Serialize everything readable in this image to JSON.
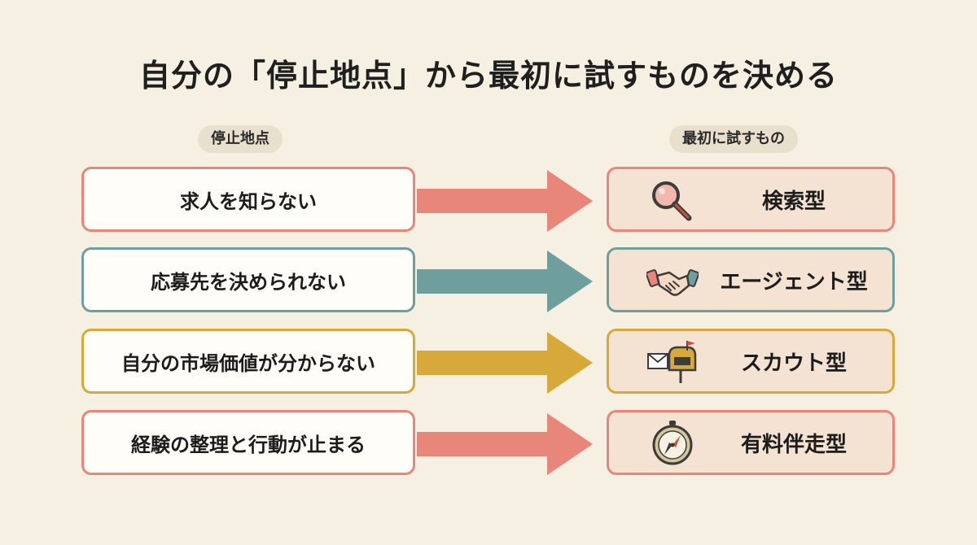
{
  "title": "自分の「停止地点」から最初に試すものを決める",
  "column_labels": {
    "left": "停止地点",
    "right": "最初に試すもの"
  },
  "colors": {
    "background": "#f6f0e3",
    "salmon": "#e8867a",
    "teal": "#6f9f9c",
    "mustard": "#d6a93a",
    "type_box_fill": "#f4e2d2"
  },
  "rows": [
    {
      "stop": "求人を知らない",
      "type": "検索型",
      "icon": "magnifier-icon",
      "color": "#e8867a"
    },
    {
      "stop": "応募先を決められない",
      "type": "エージェント型",
      "icon": "handshake-icon",
      "color": "#6f9f9c"
    },
    {
      "stop": "自分の市場価値が分からない",
      "type": "スカウト型",
      "icon": "mailbox-icon",
      "color": "#d6a93a"
    },
    {
      "stop": "経験の整理と行動が止まる",
      "type": "有料伴走型",
      "icon": "compass-icon",
      "color": "#e8867a"
    }
  ]
}
